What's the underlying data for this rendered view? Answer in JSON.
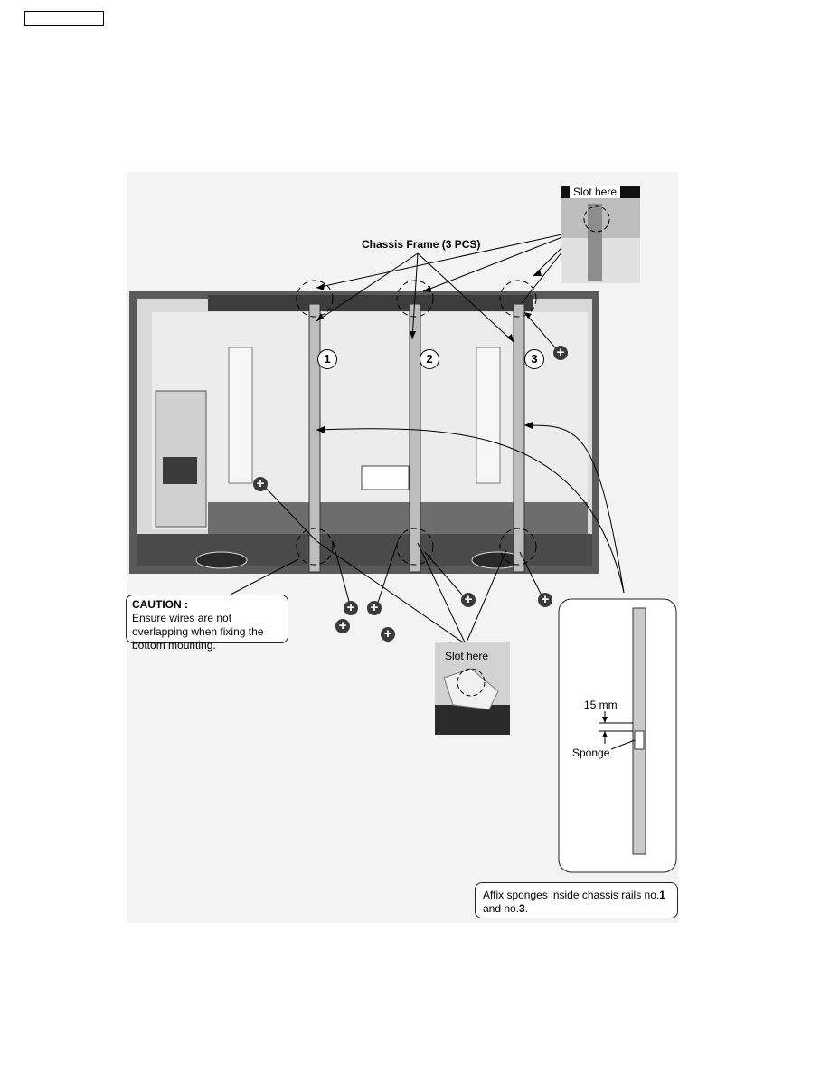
{
  "labels": {
    "chassis_frame": "Chassis Frame (3 PCS)",
    "slot_here_top": "Slot here",
    "slot_here_bottom": "Slot here",
    "rail_1": "1",
    "rail_2": "2",
    "rail_3": "3",
    "dimension": "15 mm",
    "sponge": "Sponge"
  },
  "caution": {
    "title": "CAUTION :",
    "text": "Ensure wires are not overlapping when fixing the bottom mounting."
  },
  "note": {
    "prefix": "Affix sponges inside chassis rails no.",
    "rail_a": "1",
    "middle": " and no.",
    "rail_b": "3",
    "suffix": "."
  },
  "icons": {
    "screw": "screw-icon"
  },
  "colors": {
    "frame_dark": "#3c3c3c",
    "panel_light": "#e6e6e6",
    "callout_border": "#222222"
  }
}
